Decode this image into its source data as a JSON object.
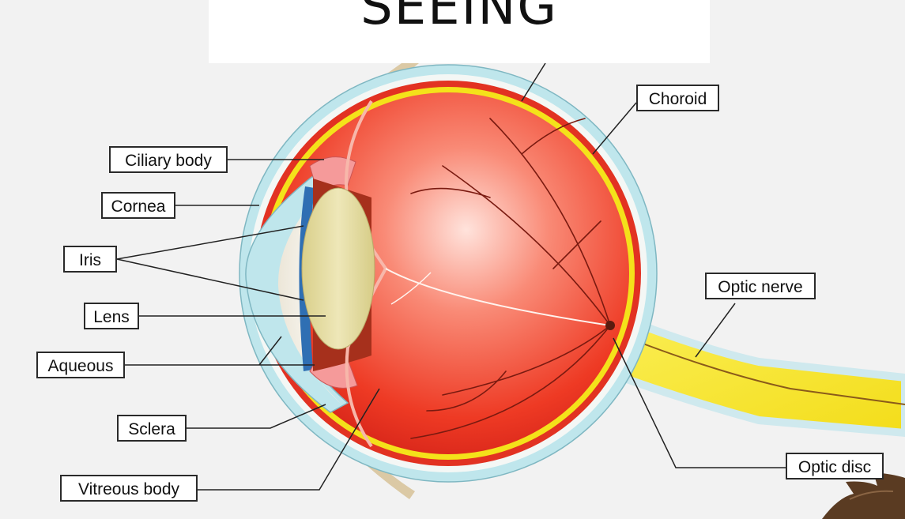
{
  "title": "SEEING",
  "labels": {
    "ciliary_body": "Ciliary body",
    "cornea": "Cornea",
    "iris": "Iris",
    "lens": "Lens",
    "aqueous": "Aqueous",
    "sclera": "Sclera",
    "vitreous_body": "Vitreous body",
    "choroid": "Choroid",
    "optic_nerve": "Optic nerve",
    "optic_disc": "Optic disc"
  },
  "colors": {
    "background": "#ffffff",
    "panel_background": "#f2f2f2",
    "eyeball_red": "#ee3a24",
    "eyeball_highlight": "#ffd9cf",
    "retina_yellow": "#f4e21a",
    "sclera_blue": "#bfe6ec",
    "lens_beige": "#e3dba0",
    "iris_blue": "#2f6fb3",
    "label_border": "#2a2a2a"
  }
}
